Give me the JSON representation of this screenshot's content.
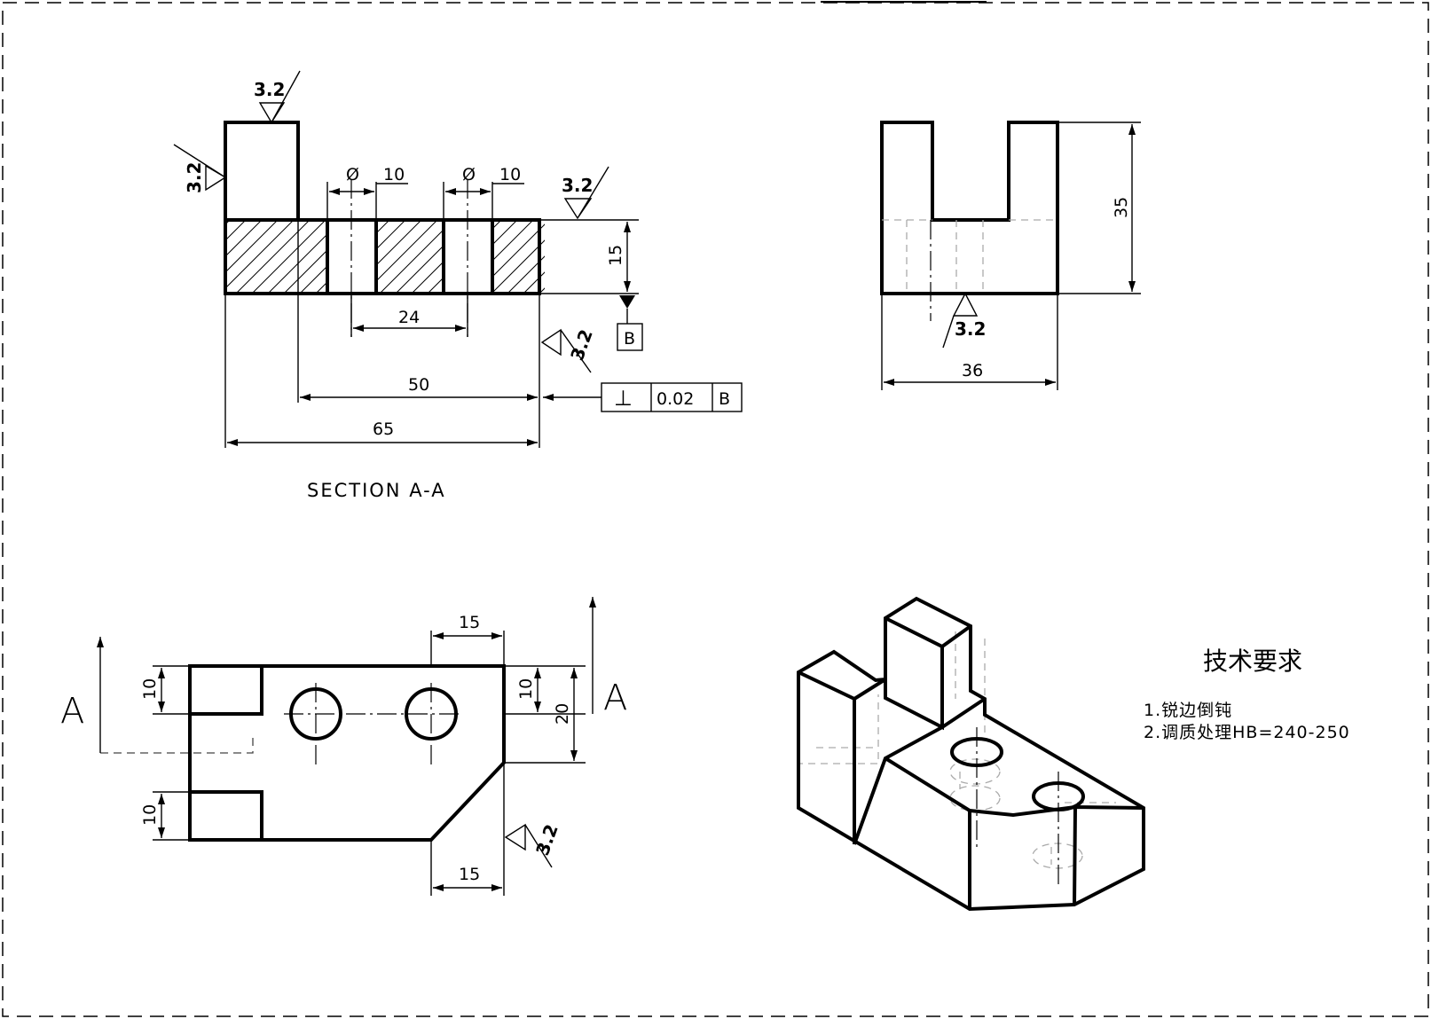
{
  "section_view": {
    "title": "SECTION A-A",
    "dims": {
      "d1": "10",
      "d2": "10",
      "depth": "15",
      "pitch": "24",
      "inner": "50",
      "overall": "65"
    },
    "diameter_symbol": "Ø",
    "roughness": "3.2",
    "datum": "B",
    "tolerance": {
      "symbol": "⊥",
      "value": "0.02",
      "datum": "B"
    }
  },
  "side_view": {
    "dims": {
      "height": "35",
      "width": "36"
    },
    "roughness": "3.2"
  },
  "top_view": {
    "section_labels": [
      "A",
      "A"
    ],
    "dims": {
      "top_width": "15",
      "bottom_width": "15",
      "slot_top": "10",
      "slot_bottom": "10",
      "right_10": "10",
      "right_20": "20"
    },
    "roughness": "3.2"
  },
  "notes": {
    "title": "技术要求",
    "items": [
      "1.锐边倒钝",
      "2.调质处理HB=240-250"
    ]
  }
}
